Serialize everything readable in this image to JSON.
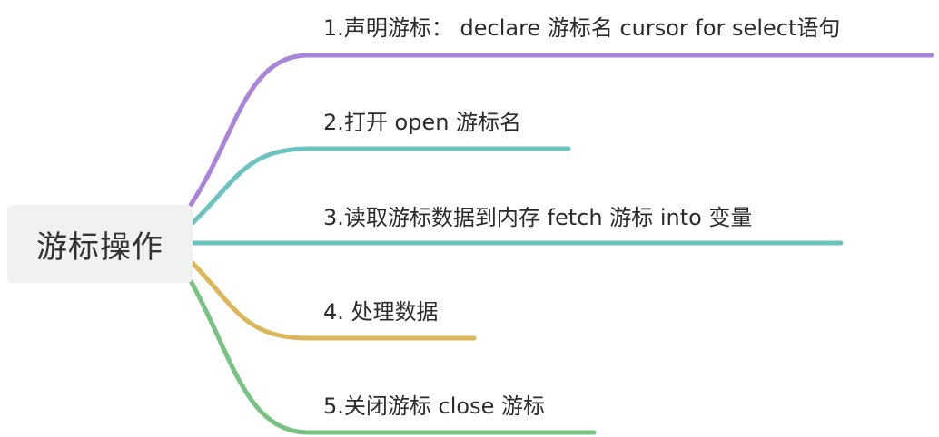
{
  "root": {
    "label": "游标操作"
  },
  "branches": [
    {
      "label": "1.声明游标： declare 游标名  cursor for  select语句",
      "color": "#a983dc"
    },
    {
      "label": "2.打开  open 游标名",
      "color": "#6cc4c1"
    },
    {
      "label": "3.读取游标数据到内存 fetch 游标  into  变量",
      "color": "#6cc4c1"
    },
    {
      "label": "4.  处理数据",
      "color": "#dcb75a"
    },
    {
      "label": "5.关闭游标  close 游标",
      "color": "#77c482"
    }
  ]
}
